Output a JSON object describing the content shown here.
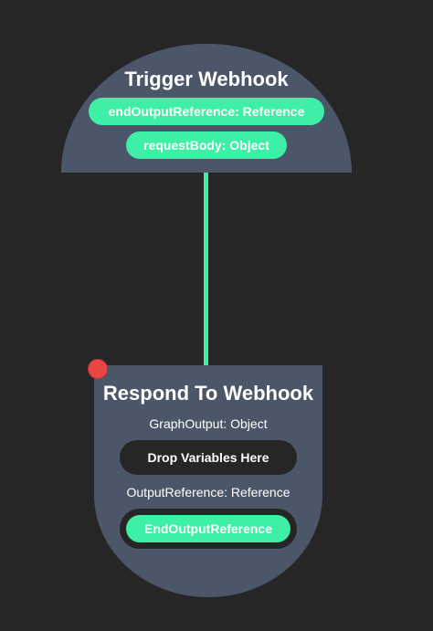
{
  "colors": {
    "background": "#262626",
    "node": "#4b5669",
    "accent": "#3ef0a6",
    "delete": "#e84545"
  },
  "trigger_node": {
    "title": "Trigger Webhook",
    "outputs": [
      "endOutputReference: Reference",
      "requestBody: Object"
    ]
  },
  "respond_node": {
    "title": "Respond To Webhook",
    "graph_output_label": "GraphOutput: Object",
    "drop_placeholder": "Drop Variables Here",
    "output_reference_label": "OutputReference: Reference",
    "output_reference_value": "EndOutputReference",
    "delete_icon": "close-dot-icon"
  }
}
